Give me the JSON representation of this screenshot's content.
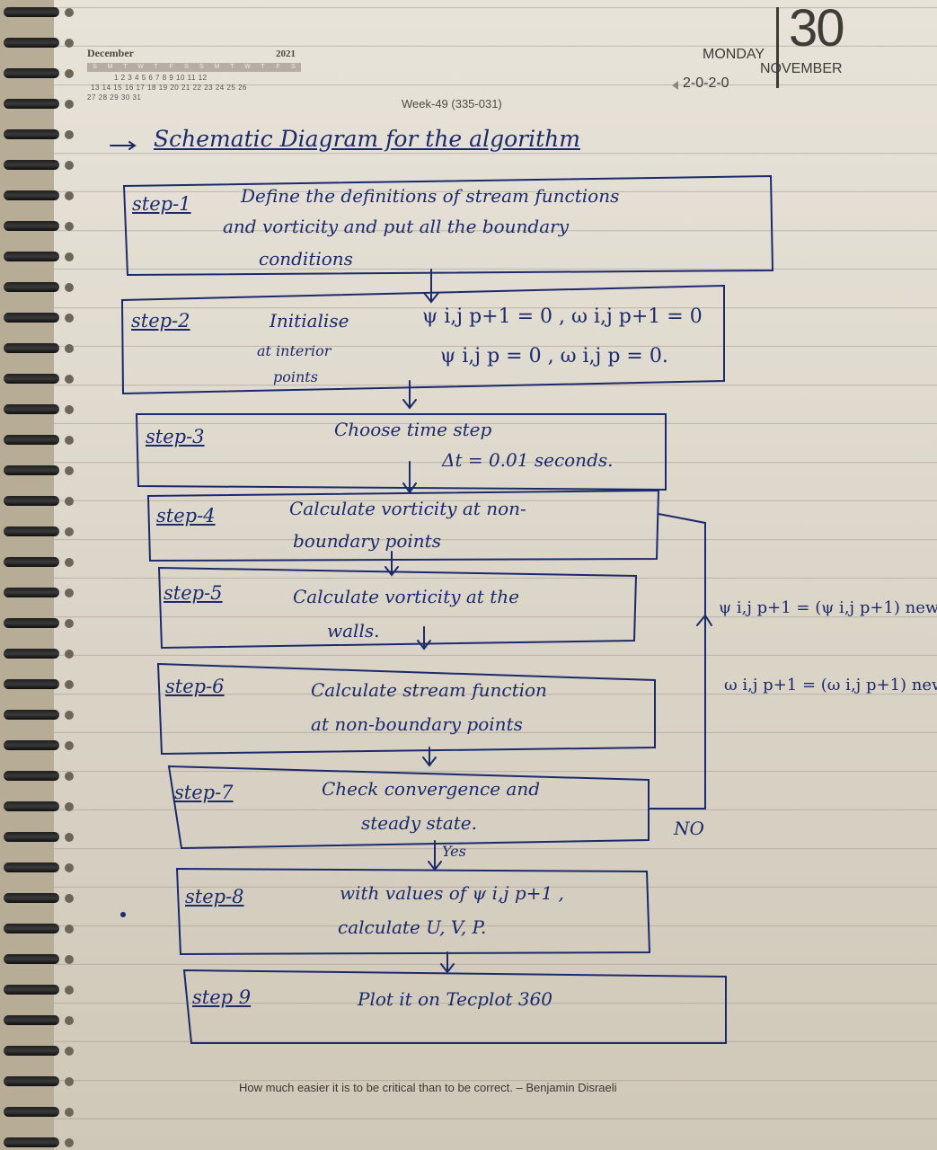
{
  "planner": {
    "calendar": {
      "month": "December",
      "year": "2021",
      "weekdays": [
        "S",
        "M",
        "T",
        "W",
        "T",
        "F",
        "S",
        "S",
        "M",
        "T",
        "W",
        "T",
        "F",
        "S"
      ],
      "rows": [
        "1 2 3 4 5 6 7 8 9 10 11 12",
        "13 14 15 16 17 18 19 20 21 22 23 24 25 26",
        "27 28 29 30 31"
      ]
    },
    "week_label": "Week-49 (335-031)",
    "day_name": "MONDAY",
    "day_number": "30",
    "month_name": "NOVEMBER",
    "countdown": "2-0-2-0",
    "quote": "How much easier it is to be critical than to be correct. – Benjamin Disraeli"
  },
  "diagram": {
    "title": "Schematic Diagram for the algorithm",
    "steps": [
      {
        "label": "step-1",
        "lines": [
          "Define the definitions of stream functions",
          "and vorticity and put all the boundary",
          "conditions"
        ]
      },
      {
        "label": "step-2",
        "lines": [
          "Initialise",
          "at interior",
          "points"
        ],
        "math": [
          "ψ i,j p+1 = 0 , ω i,j p+1 = 0",
          "ψ i,j p = 0 , ω i,j p = 0."
        ]
      },
      {
        "label": "step-3",
        "lines": [
          "Choose time step",
          "Δt = 0.01 seconds."
        ]
      },
      {
        "label": "step-4",
        "lines": [
          "Calculate vorticity at non-",
          "boundary points"
        ]
      },
      {
        "label": "step-5",
        "lines": [
          "Calculate vorticity at the",
          "walls."
        ]
      },
      {
        "label": "step-6",
        "lines": [
          "Calculate stream function",
          "at non-boundary points"
        ]
      },
      {
        "label": "step-7",
        "lines": [
          "Check convergence and",
          "steady state."
        ]
      },
      {
        "label": "step-8",
        "lines": [
          "with values of ψ i,j p+1 ,",
          "calculate U, V, P."
        ]
      },
      {
        "label": "step 9",
        "lines": [
          "Plot it on Tecplot 360"
        ]
      }
    ],
    "branch_no": "NO",
    "branch_yes": "Yes",
    "update_psi": "ψ i,j p+1 = (ψ i,j p+1) new",
    "update_omega": "ω i,j p+1 = (ω i,j p+1) new"
  },
  "colors": {
    "ink": "#1c2a6b",
    "paper": "#e5e0d6",
    "print": "#4f4a44"
  }
}
